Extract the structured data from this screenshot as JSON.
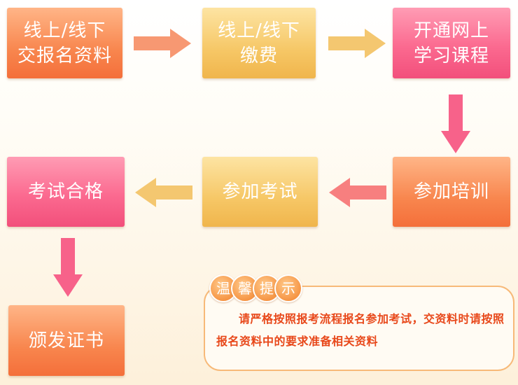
{
  "flow": {
    "step1": {
      "line1": "线上/线下",
      "line2": "交报名资料"
    },
    "step2": {
      "line1": "线上/线下",
      "line2": "缴费"
    },
    "step3": {
      "line1": "开通网上",
      "line2": "学习课程"
    },
    "step4": {
      "label": "参加培训"
    },
    "step5": {
      "label": "参加考试"
    },
    "step6": {
      "label": "考试合格"
    },
    "step7": {
      "label": "颁发证书"
    }
  },
  "colors": {
    "orange": "#f8864e",
    "yellow": "#f6c766",
    "pink": "#fb6a90",
    "tip_text": "#e8481a"
  },
  "tip": {
    "badges": [
      "温",
      "馨",
      "提",
      "示"
    ],
    "text": "请严格按照报考流程报名参加考试，交资料时请按照报名资料中的要求准备相关资料"
  }
}
